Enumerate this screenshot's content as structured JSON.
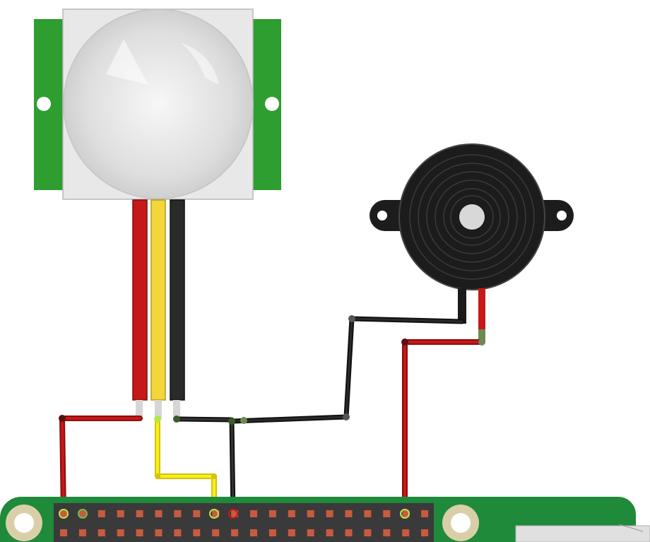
{
  "colors": {
    "background": "#ffffff",
    "pir_board": "#2e9e30",
    "pir_frame": "#e8e8e8",
    "pir_dome": "#dcdcdc",
    "buzzer_body": "#1c1c1c",
    "buzzer_center": "#d8d8d8",
    "wire_red": "#c61818",
    "wire_yellow": "#f2d63a",
    "wire_black": "#1a1a1a",
    "wire_jumper_yellow": "#f7ef1e",
    "pi_board": "#1f8a3a",
    "pi_header": "#3a3a3a",
    "pin_pad": "#c85a40",
    "mount_hole": "#d8cfa8"
  },
  "components": {
    "pir_sensor": {
      "icon": "pir-motion-sensor-icon",
      "lead_colors": [
        "red",
        "yellow",
        "black"
      ]
    },
    "buzzer": {
      "icon": "piezo-buzzer-icon",
      "lead_colors": [
        "black",
        "red"
      ]
    },
    "raspberry_pi": {
      "icon": "gpio-header-icon",
      "header_rows": 2,
      "header_columns": 20
    }
  },
  "wires": [
    {
      "id": "pir-vcc",
      "color": "red",
      "from": "pir_sensor",
      "to": "raspberry_pi"
    },
    {
      "id": "pir-out",
      "color": "yellow",
      "from": "pir_sensor",
      "to": "raspberry_pi"
    },
    {
      "id": "pir-gnd",
      "color": "black",
      "from": "pir_sensor",
      "to": "raspberry_pi"
    },
    {
      "id": "buzzer-gnd",
      "color": "black",
      "from": "buzzer",
      "to": "pir-gnd"
    },
    {
      "id": "buzzer-signal",
      "color": "red",
      "from": "buzzer",
      "to": "raspberry_pi"
    }
  ]
}
